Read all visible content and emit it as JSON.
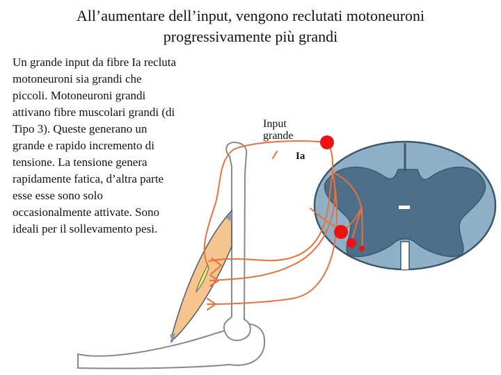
{
  "slide": {
    "title_line1": "All’aumentare dell’input, vengono reclutati motoneuroni",
    "title_line2": "progressivamente più grandi",
    "body_text": "Un grande input da fibre Ia recluta motoneuroni sia grandi che piccoli. Motoneuroni grandi attivano fibre muscolari grandi (di Tipo 3). Queste generano un grande e rapido incremento di tensione. La tensione genera rapidamente fatica, d’altra parte esse esse sono solo occasionalmente attivate. Sono ideali per il sollevamento pesi."
  },
  "diagram": {
    "label_input_line1": "Input",
    "label_input_line2": "grande",
    "label_fiber": "Ia",
    "colors": {
      "white_matter": "#8fb0c6",
      "grey_matter": "#4d6f89",
      "outline": "#3d566b",
      "nerve": "#e8703a",
      "neuron": "#ee1111",
      "muscle": "#f5c48f",
      "bone_outline": "#888888"
    }
  }
}
